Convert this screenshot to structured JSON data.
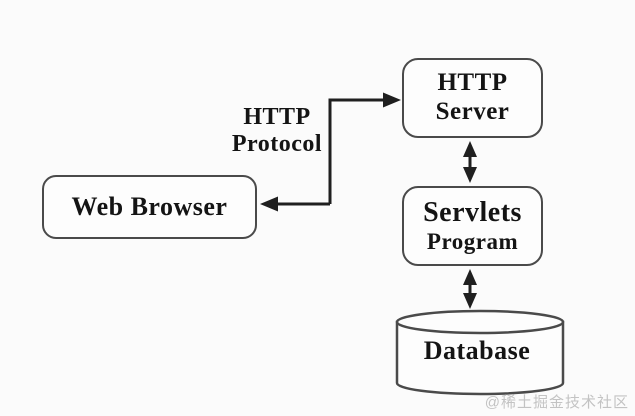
{
  "nodes": {
    "web_browser": {
      "label": "Web Browser"
    },
    "http_server": {
      "line1": "HTTP",
      "line2": "Server"
    },
    "servlets_program": {
      "line1": "Servlets",
      "line2": "Program"
    },
    "database": {
      "label": "Database"
    }
  },
  "labels": {
    "http_protocol": {
      "line1": "HTTP",
      "line2": "Protocol"
    }
  },
  "watermark": "@稀土掘金技术社区",
  "colors": {
    "background": "#fbfbfb",
    "box_fill": "#fdfdfd",
    "box_border": "#4a4a4a",
    "line": "#1f1f1f",
    "text": "#141414",
    "watermark": "#c3c3c3"
  }
}
